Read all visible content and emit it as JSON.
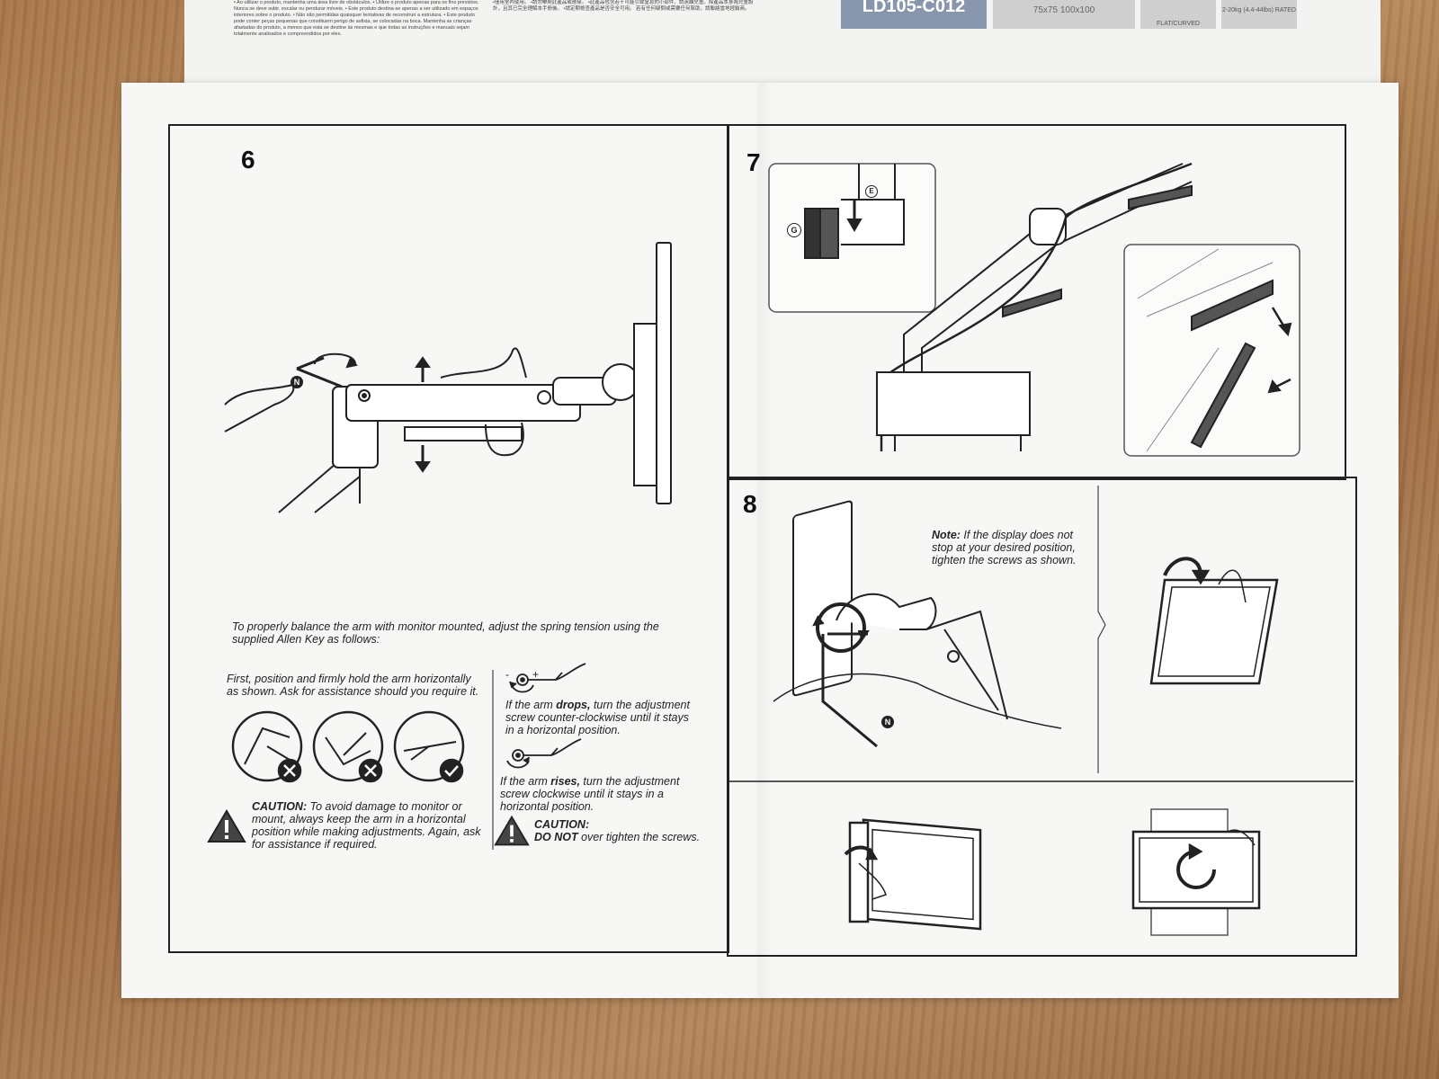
{
  "top_strip": {
    "model_label": "LD105-C012",
    "vesa_label": "75x75 100x100",
    "size_label": "FLAT/CURVED",
    "weight_label": "2-20kg (4.4-44lbs) RATED",
    "portuguese_text": "• Ao utilizar o produto, mantenha uma área livre de obstáculos. • Utilize o produto apenas para os fins previstos. Nunca se deve subir, escalar ou pendurar móveis. • Este produto destina-se apenas a ser utilizado em espaços interiores sobre o produto. • Não são permitidas quaisquer tentativas de reconstruir a estrutura. • Este produto pode conter peças pequenas que constituem perigo de asfixia, se colocadas na boca. Mantenha as crianças afastadas do produto, a menos que esta se destine às mesmas e que todas as instruções e manuais sejam totalmente analisados e compreendidos por eles.",
    "chinese_text": "•僅用室內使用。 •請勿攀爬此產品或懸掛。 •此產品包含若干可能引致窒息的小部件，請遠離兒童。除產品本身為兒童設計，且其已完全理解本手冊後。 •請定期檢查產品是否安全可用。 若有任何疑問或需要任何幫助，請聯絡當地經銷商。"
  },
  "step6": {
    "number": "6",
    "callout_n": "N",
    "intro": "To properly balance the arm with monitor mounted, adjust the spring tension using the supplied Allen Key as follows:",
    "first": "First, position and firmly hold the arm horizontally as shown. Ask for assistance should you require it.",
    "drops_pre": "If the arm ",
    "drops_bold": "drops,",
    "drops_post": " turn the adjustment screw counter-clockwise until it stays in a horizontal position.",
    "rises_pre": "If the arm ",
    "rises_bold": "rises,",
    "rises_post": " turn the adjustment screw clockwise until it stays in a horizontal position.",
    "caution1_label": "CAUTION:",
    "caution1_text": " To avoid damage to monitor or mount,  always keep the arm in a horizontal position while making adjustments. Again, ask for assistance if required.",
    "caution2_label": "CAUTION:",
    "caution2_bold": "DO NOT",
    "caution2_text": " over tighten the screws.",
    "sign_minus": "-",
    "sign_plus": "+"
  },
  "step7": {
    "number": "7",
    "callout_g": "G",
    "callout_e": "E"
  },
  "step8": {
    "number": "8",
    "callout_n": "N",
    "note_label": "Note:",
    "note_text": " If the display does not stop at your desired position, tighten the screws as shown."
  }
}
